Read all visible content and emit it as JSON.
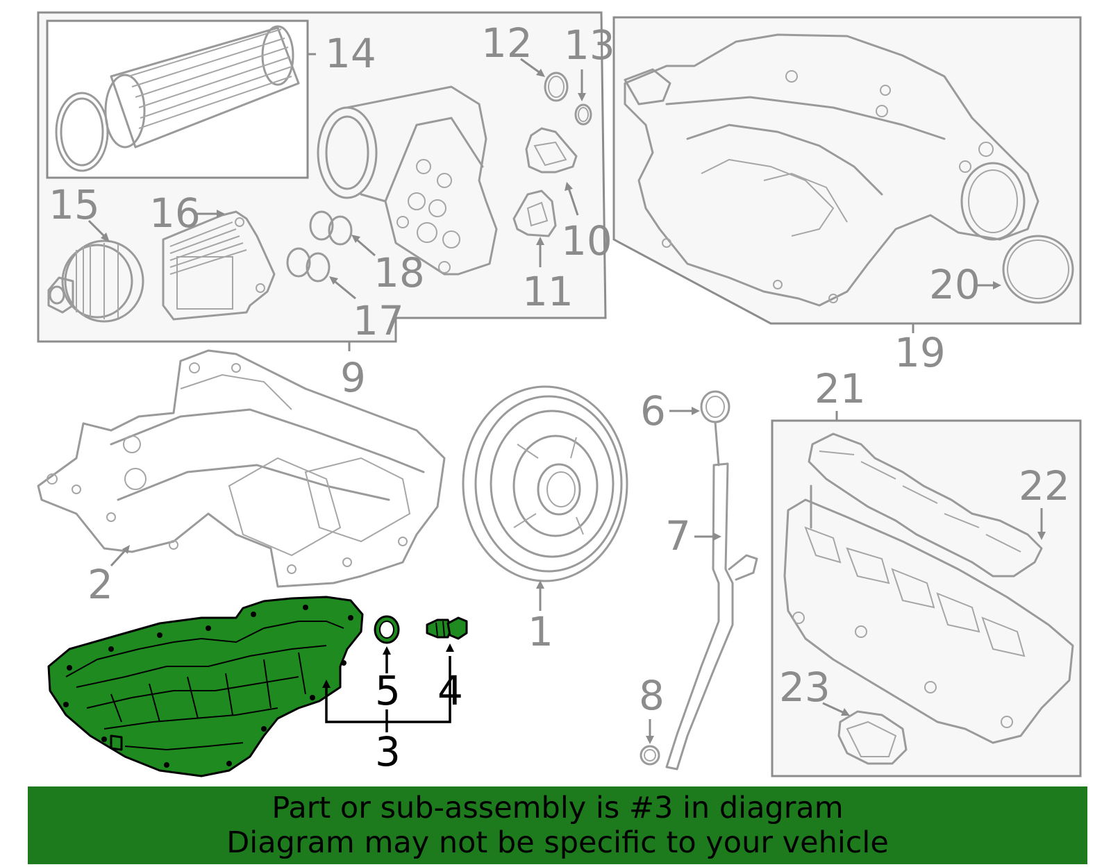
{
  "callouts": {
    "c1": "1",
    "c2": "2",
    "c3": "3",
    "c4": "4",
    "c5": "5",
    "c6": "6",
    "c7": "7",
    "c8": "8",
    "c9": "9",
    "c10": "10",
    "c11": "11",
    "c12": "12",
    "c13": "13",
    "c14": "14",
    "c15": "15",
    "c16": "16",
    "c17": "17",
    "c18": "18",
    "c19": "19",
    "c20": "20",
    "c21": "21",
    "c22": "22",
    "c23": "23"
  },
  "highlighted_part": "3",
  "banner": {
    "line1": "Part or sub-assembly is #3 in diagram",
    "line2": "Diagram may not be specific to your vehicle"
  },
  "colors": {
    "highlight": "#1f8a1f",
    "banner": "#1d7a1d",
    "outline": "#9a9a9a"
  }
}
